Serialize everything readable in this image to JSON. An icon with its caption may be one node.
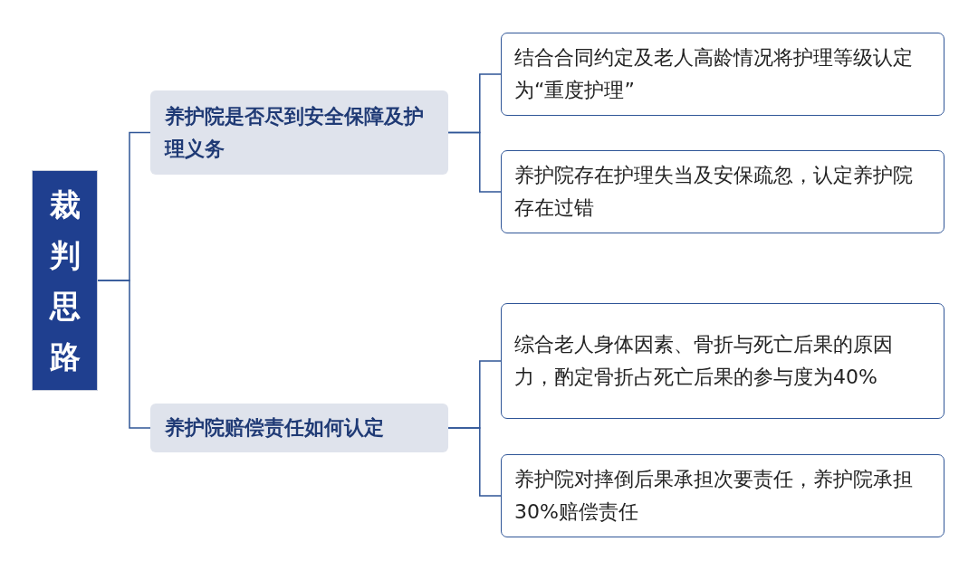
{
  "diagram": {
    "nodes": [
      {
        "text": [
          "裁判思路"
        ]
      },
      {
        "text": [
          "养护院是否尽到安全保障及护理义务"
        ]
      },
      {
        "text": [
          "结合合同约定及老人高龄情况将护理等级认定为“重度护理”"
        ]
      },
      {
        "text": [
          "养护院存在护理失当及安保疏忽，认定养护院存在过错"
        ]
      },
      {
        "text": [
          "养护院赔偿责任如何认定"
        ]
      },
      {
        "text": [
          "综合老人身体因素、骨折与死亡后果的原因力，酌定骨折占死亡后果的参与度为40%"
        ]
      },
      {
        "text": [
          "养护院对摔倒后果承担次要责任，养护院承担30%赔偿责任"
        ]
      }
    ],
    "edges": [
      {
        "from": 0,
        "to": 1,
        "arrow": "none"
      },
      {
        "from": 0,
        "to": 4,
        "arrow": "none"
      },
      {
        "from": 1,
        "to": 2,
        "arrow": "none"
      },
      {
        "from": 1,
        "to": 3,
        "arrow": "none"
      },
      {
        "from": 4,
        "to": 5,
        "arrow": "none"
      },
      {
        "from": 4,
        "to": 6,
        "arrow": "none"
      }
    ]
  }
}
